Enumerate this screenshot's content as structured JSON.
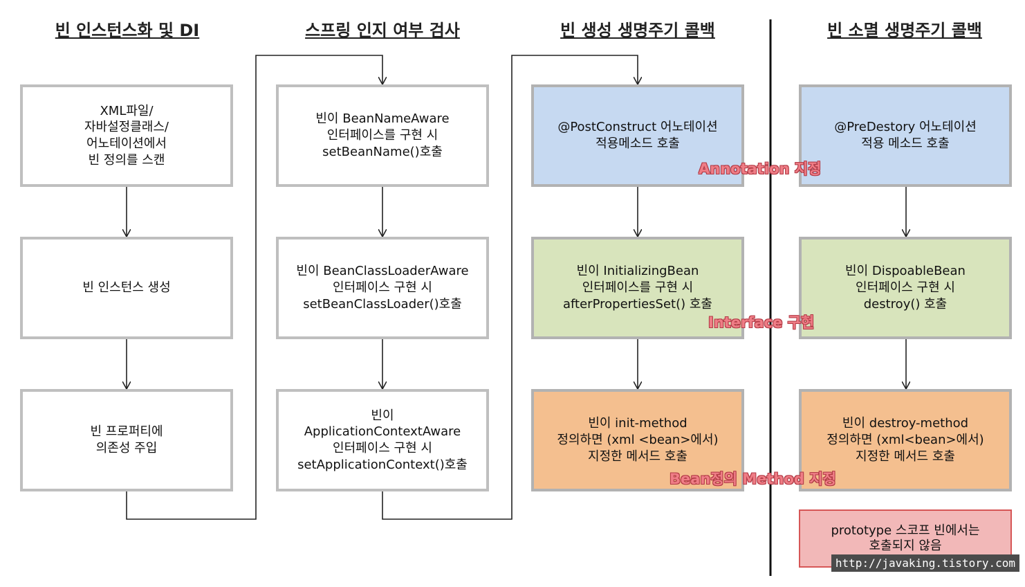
{
  "headers": {
    "col1": "빈 인스턴스화 및 DI",
    "col2": "스프링 인지 여부 검사",
    "col3": "빈 생성 생명주기 콜백",
    "col4": "빈 소멸 생명주기 콜백"
  },
  "col1": {
    "scan": "XML파일/\n자바설정클래스/\n어노테이션에서\n빈 정의를 스캔",
    "instance": "빈 인스턴스 생성",
    "di": "빈 프로퍼티에\n의존성 주입"
  },
  "col2": {
    "bean_name_aware": "빈이 BeanNameAware\n인터페이스를 구현 시\nsetBeanName()호출",
    "class_loader_aware": "빈이 BeanClassLoaderAware\n인터페이스 구현 시\nsetBeanClassLoader()호출",
    "app_context_aware": "빈이\nApplicationContextAware\n인터페이스 구현 시\nsetApplicationContext()호출"
  },
  "col3": {
    "post_construct": "@PostConstruct 어노테이션\n적용메소드 호출",
    "initializing_bean": "빈이 InitializingBean\n인터페이스를 구현 시\nafterPropertiesSet() 호출",
    "init_method": "빈이 init-method\n정의하면 (xml <bean>에서)\n지정한 메서드 호출"
  },
  "col4": {
    "pre_destroy": "@PreDestory 어노테이션\n적용 메소드 호출",
    "disposable_bean": "빈이 DispoableBean\n인터페이스 구현 시\ndestroy() 호출",
    "destroy_method": "빈이 destroy-method\n정의하면 (xml<bean>에서)\n지정한 메서드 호출",
    "prototype_note": "prototype 스코프 빈에서는\n호출되지 않음"
  },
  "overlays": {
    "annotation": "Annotation 지정",
    "interface": "Interface 구현",
    "bean_method": "Bean정의 Method 지정"
  },
  "watermark": "http://javaking.tistory.com",
  "colors": {
    "box_border": "#bfbfbf",
    "annotation_fill": "#c6d9f1",
    "interface_fill": "#d8e4bc",
    "method_fill": "#f4bf8f",
    "note_fill": "#f2b8b8",
    "overlay_text": "#ef7d86"
  }
}
